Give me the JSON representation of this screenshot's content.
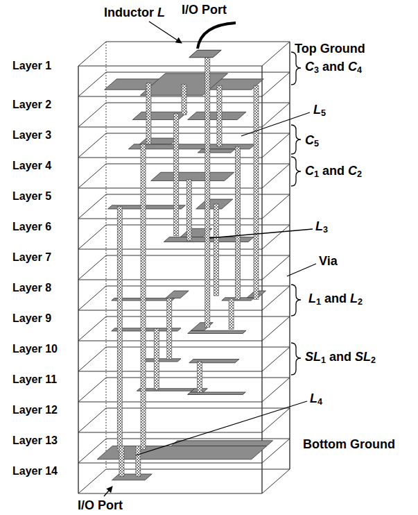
{
  "diagram": {
    "labels": [
      "Inductor L",
      "I/O Port",
      "Top Ground",
      "Layer 1",
      "C3 and C4",
      "Layer 2",
      "Layer 3",
      "L5",
      "C5",
      "Layer 4",
      "C1 and C2",
      "Layer 5",
      "Layer 6",
      "L3",
      "Layer 7",
      "Via",
      "Layer 8",
      "L1 and L2",
      "Layer 9",
      "Layer 10",
      "SL1 and SL2",
      "Layer 11",
      "Layer 12",
      "L4",
      "Layer 13",
      "Bottom Ground",
      "Layer 14",
      "I/O Port"
    ]
  }
}
